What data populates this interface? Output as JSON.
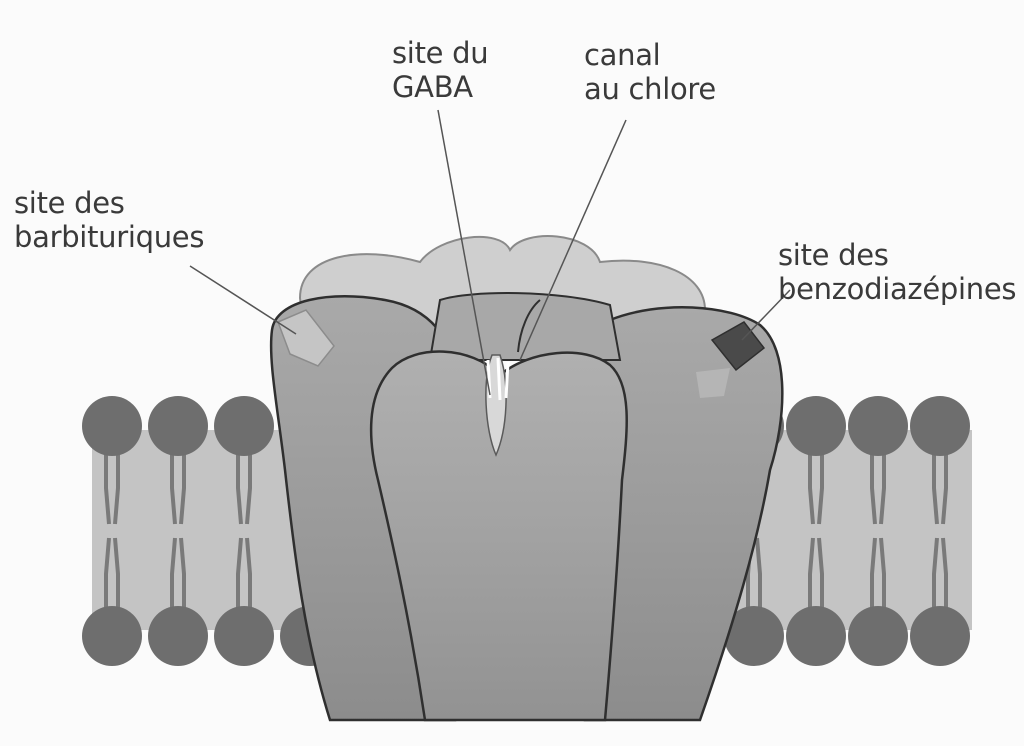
{
  "labels": {
    "barbituriques": {
      "line1": "site des",
      "line2": "barbituriques"
    },
    "gaba": {
      "line1": "site du",
      "line2": "GABA"
    },
    "canal": {
      "line1": "canal",
      "line2": "au chlore"
    },
    "benzodiazepines": {
      "line1": "site des",
      "line2": "benzodiazépines"
    }
  },
  "colors": {
    "background": "#fbfbfb",
    "lipid_head": "#6e6e6e",
    "membrane_band": "#c4c4c4",
    "receptor_body": "#9a9a9a",
    "receptor_top": "#cfcfcf",
    "outline": "#2f2f2f",
    "benzo_site": "#4a4a4a"
  }
}
